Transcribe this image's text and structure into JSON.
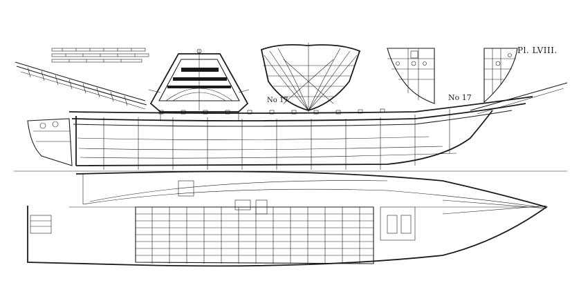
{
  "plate": {
    "plate_label": "Pl. LVIII.",
    "number_label_section": "No 17",
    "number_label_side": "No 17"
  },
  "colors": {
    "ink": "#1a1a1a",
    "paper": "#ffffff"
  },
  "icons": [
    "scale-bar-icon",
    "stern-elevation-icon",
    "body-plan-icon",
    "stern-detail-icon",
    "hull-side-elevation-icon",
    "deck-plan-icon"
  ]
}
